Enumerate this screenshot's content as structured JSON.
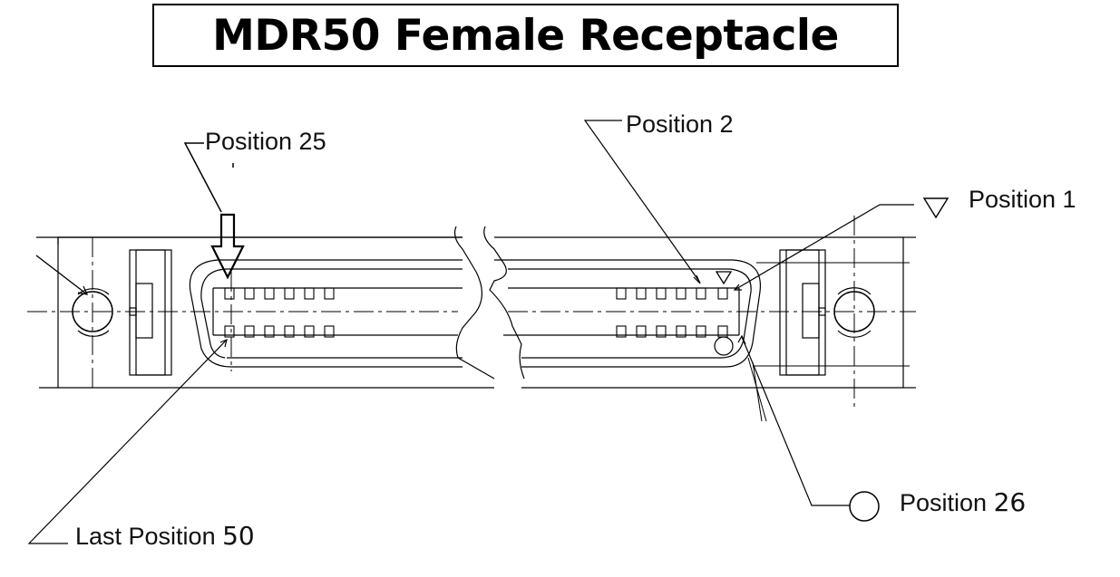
{
  "title": "MDR50 Female Receptacle",
  "labels": {
    "pos25": "Position 25",
    "pos2": "Position 2",
    "pos1": "Position 1",
    "pos26_text": "Position",
    "pos26_num": "26",
    "last_text": "Last Position",
    "last_num": "50"
  },
  "colors": {
    "line": "#000000",
    "background": "#ffffff"
  }
}
